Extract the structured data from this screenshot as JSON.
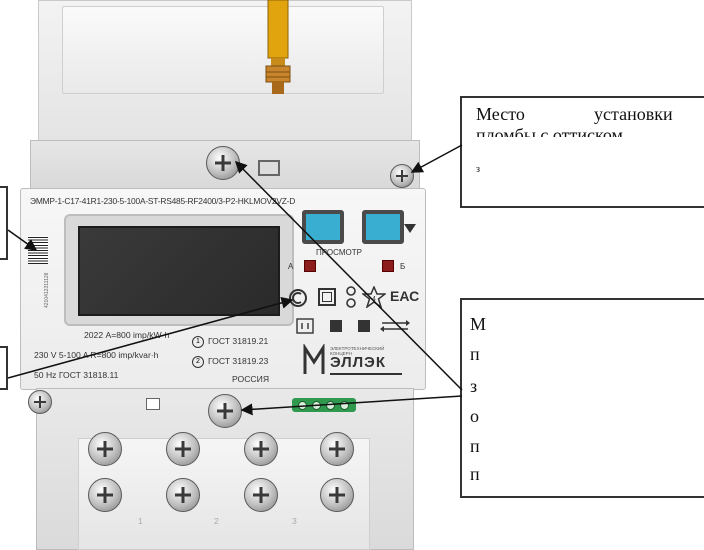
{
  "meter": {
    "model_line": "ЭММР-1-С17-41R1-230-5-100А-ST-RS485-RF2400/3-P2-HKLMOV2VZ-D",
    "view_button_label": "ПРОСМОТР",
    "indicator_a": "А",
    "indicator_b": "Б",
    "mark_eac": "ЕАС",
    "year_const_a": "2022   А=800 imp/kW·h",
    "voltage_const_r": "230  V  5-100  A  R=800 imp/kvar·h",
    "freq_standard": "50 Hz    ГОСТ 31818.11",
    "gost_1": "ГОСТ 31819.21",
    "gost_2": "ГОСТ 31819.23",
    "country": "РОССИЯ",
    "gost_icon_1": "1",
    "gost_icon_2": "2",
    "brand_small": "ЭЛЕКТРОТЕХНИЧЕСКИЙ КОНЦЕРН",
    "brand": "ЭЛЛЭК",
    "serial_vertical": "4210412311128",
    "terminal_numbers": [
      "1",
      "2",
      "3"
    ]
  },
  "callouts": {
    "top": {
      "line1_word1": "Место",
      "line1_word2": "установки",
      "line2_partial": "пломбы  с  оттиском",
      "line3_partial": "з"
    },
    "bottom": {
      "letters": [
        "М",
        "п",
        "з",
        "о",
        "п",
        "п"
      ]
    }
  },
  "icons": {
    "gost_mark": "gost-circle-icon",
    "double_insulation": "double-square-icon",
    "transformer": "hourglass-icon",
    "star_class": "star-icon",
    "arrows": "arrow-icon"
  },
  "colors": {
    "button_blue": "#3aaed0",
    "led_red": "#8d1d1d",
    "terminal_green": "#2f9a4e"
  }
}
